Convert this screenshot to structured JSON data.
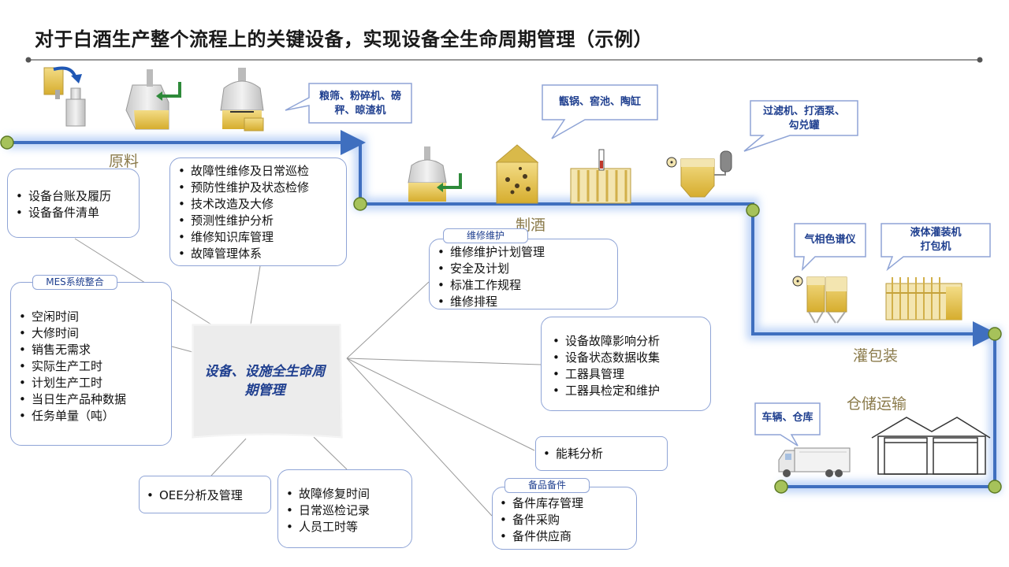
{
  "title": "对于白酒生产整个流程上的关键设备，实现设备全生命周期管理（示例）",
  "stages": {
    "raw": "原料",
    "brew": "制酒",
    "fill": "灌包装",
    "storage": "仓储运输"
  },
  "callouts": {
    "raw_equipment": [
      "粮筛、粉碎机、磅",
      "秤、晾渣机"
    ],
    "brew_equipment": [
      "甑锅、窖池、陶缸"
    ],
    "filter_equipment": [
      "过滤机、打酒泵、",
      "勾兑罐"
    ],
    "chromatograph": [
      "气相色谱仪"
    ],
    "filling_machine": [
      "液体灌装机",
      "打包机"
    ],
    "vehicles": [
      "车辆、仓库"
    ]
  },
  "center": [
    "设备、设施全生命周",
    "期管理"
  ],
  "boxes": {
    "ledger": [
      "设备台账及履历",
      "设备备件清单"
    ],
    "maintenance_types": [
      "故障性维修及日常巡检",
      "预防性维护及状态检修",
      "技术改造及大修",
      "预测性维护分析",
      "维修知识库管理",
      "故障管理体系"
    ],
    "mes": {
      "tag": "MES系统整合",
      "items": [
        "空闲时间",
        "大修时间",
        "销售无需求",
        "实际生产工时",
        "计划生产工时",
        "当日生产品种数据",
        "任务单量（吨）"
      ]
    },
    "maintain": {
      "tag": "维修维护",
      "items": [
        "维修维护计划管理",
        "安全及计划",
        "标准工作规程",
        "维修排程"
      ]
    },
    "fault": [
      "设备故障影响分析",
      "设备状态数据收集",
      "工器具管理",
      "工器具检定和维护"
    ],
    "energy": [
      "能耗分析"
    ],
    "spare": {
      "tag": "备品备件",
      "items": [
        "备件库存管理",
        "备件采购",
        "备件供应商"
      ]
    },
    "oee": [
      "OEE分析及管理"
    ],
    "repair": [
      "故障修复时间",
      "日常巡检记录",
      "人员工时等"
    ]
  },
  "colors": {
    "flow_line": "#3f6fbf",
    "flow_glow": "#bcd3f7",
    "node_fill": "#a6c25a",
    "box_border": "#8fa4d6",
    "accent_text": "#1f3f8f",
    "stage_text": "#8a7a4a",
    "equipment_gold": "#e3c24f"
  }
}
